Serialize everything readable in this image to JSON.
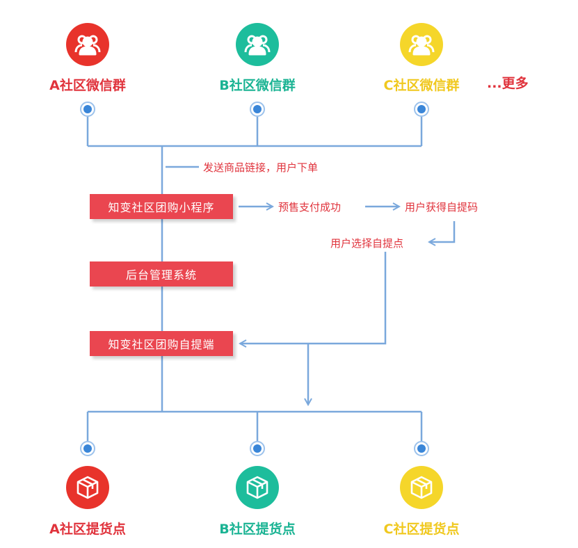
{
  "colors": {
    "red": "#e8332b",
    "teal": "#1dbd9c",
    "yellow": "#f5d62a",
    "line": "#7aa8dc",
    "box": "#ea4650",
    "note_text": "#e0333c"
  },
  "groups": [
    {
      "label": "A社区微信群",
      "color": "#e8332b",
      "text_color": "#e0333c",
      "icon": "users-icon"
    },
    {
      "label": "B社区微信群",
      "color": "#1dbd9c",
      "text_color": "#1ab393",
      "icon": "users-icon"
    },
    {
      "label": "C社区微信群",
      "color": "#f5d62a",
      "text_color": "#f0c81e",
      "icon": "users-icon"
    }
  ],
  "more_label": "...更多",
  "steps": {
    "send_note": "发送商品链接，用户下单",
    "mini_program": "知变社区团购小程序",
    "presale_paid": "预售支付成功",
    "get_code": "用户获得自提码",
    "choose_point": "用户选择自提点",
    "backend": "后台管理系统",
    "pickup_end": "知变社区团购自提端"
  },
  "pickup_points": [
    {
      "label": "A社区提货点",
      "color": "#e8332b",
      "text_color": "#e0333c",
      "icon": "package-icon"
    },
    {
      "label": "B社区提货点",
      "color": "#1dbd9c",
      "text_color": "#1ab393",
      "icon": "package-icon"
    },
    {
      "label": "C社区提货点",
      "color": "#f5d62a",
      "text_color": "#f0c81e",
      "icon": "package-icon"
    }
  ]
}
